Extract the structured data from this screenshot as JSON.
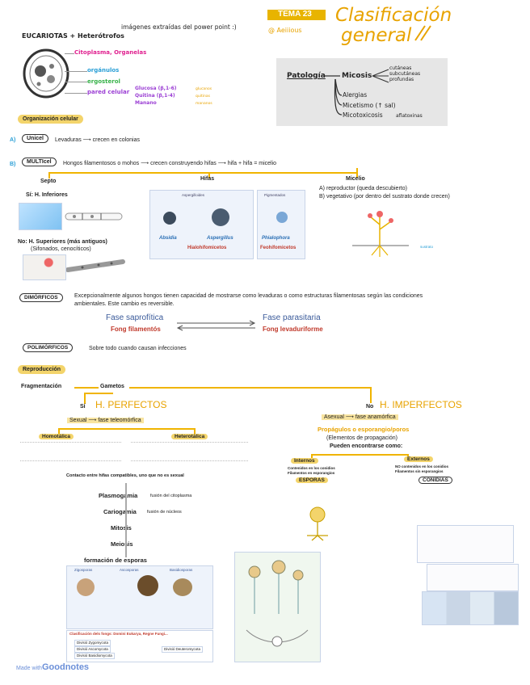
{
  "header": {
    "tema": "TEMA 23",
    "title_line1": "Clasificación",
    "title_line2": "general",
    "subtitle": "imágenes extraídas del power point :)",
    "author": "@ Aeiiious"
  },
  "cell": {
    "heading": "EUCARIOTAS + Heterótrofos",
    "labels": [
      "Citoplasma, Organelas",
      "orgánulos",
      "ergosterol",
      "pared celular"
    ],
    "wall": [
      "Glucosa (β,1-6)",
      "Quitina (β,1-4)",
      "Manano"
    ],
    "wall_targets": [
      "glucanos",
      "quitinas",
      "mananos"
    ]
  },
  "patologia": {
    "title": "Patología",
    "micosis": "Micosis",
    "micosis_types": [
      "cutáneas",
      "subcutáneas",
      "profundas"
    ],
    "others": [
      "Alergias",
      "Micetismo (↑ sal)",
      "Micotoxicosis"
    ],
    "mico_target": "aflatoxinas"
  },
  "org": {
    "heading": "Organización celular",
    "a_label": "A)",
    "uni": "Unicel",
    "uni_text": "Levaduras ⟶ crecen en colonias",
    "b_label": "B)",
    "multi": "MULTIcel",
    "multi_text": "Hongos filamentosos o mohos ⟶ crecen construyendo hifas ⟶ hifa + hifa = micelio",
    "septo": "Septo",
    "hifas": "Hifas",
    "micelio": "Micelio",
    "si_text": "Sí: H. Inferiores",
    "no_text": "No: H. Superiores (más antiguos)",
    "no_sub": "(Sifonados, cenocíticos)",
    "micelio_a": "A) reproductor (queda descubierto)",
    "micelio_b": "B) vegetativo (por dentro del sustrato donde crecen)",
    "sustrato": "sustrato",
    "pig_labels": [
      "Aspergilloides",
      "Pigmentados"
    ],
    "species": [
      "Absidia",
      "Aspergillus",
      "Phialophora"
    ],
    "hialo": "Hialohifomicetos",
    "feo": "Feohifomicetos"
  },
  "dimorfico": {
    "label": "DIMÓRFICOS",
    "text": "Excepcionalmente algunos hongos tienen capacidad de mostrarse como levaduras o como estructuras filamentosas según las condiciones ambientales. Este cambio es reversible.",
    "fase_sap": "Fase saprofítica",
    "fase_par": "Fase parasitaria",
    "fong_fil": "Fong filamentós",
    "fong_lev": "Fong levaduriforme"
  },
  "polimorficos": {
    "label": "POLIMÓRFICOS",
    "text": "Sobre todo cuando causan infecciones"
  },
  "repro": {
    "heading": "Reproducción",
    "fragmentacion": "Fragmentación",
    "gametos": "Gametos",
    "si": "Sí",
    "no": "No",
    "perfectos": "H. PERFECTOS",
    "imperfectos": "H. IMPERFECTOS",
    "sexual": "Sexual ⟶ fase teleomórfica",
    "asexual": "Asexual ⟶ fase anamórfica",
    "homotalica": "Homotálica",
    "heterotalica": "Heterotálica",
    "contacto": "Contacto entre hifas compatibles, uno que no es sexual",
    "plasmogamia": "Plasmogamia",
    "plasmo_note": "fusión del citoplasma",
    "cariogamia": "Cariogamia",
    "cario_note": "fusión de núcleos",
    "mitosis": "Mitosis",
    "meiosis": "Meiosis",
    "formacion": "formación de esporas",
    "spore_types": [
      "Zigosporas",
      "Ascosporas",
      "Basidiosporas"
    ],
    "clasificacion": "Clasificación dels fongs: Domini Eukarya, Regne Fungi...",
    "divisions": [
      "Divisió Zygomycota",
      "Divisió Ascomycota",
      "Divisió Basidiomycota",
      "Divisió Deuteromycota"
    ],
    "propagulos": "Propágulos o esporangio/poros",
    "elementos": "(Elementos de propagación)",
    "pueden": "Pueden encontrarse como:",
    "internos": "Internos",
    "externos": "Externos",
    "esporas": "ESPORAS",
    "conidias": "CONIDIAS",
    "int_notes": [
      "Contenidos en los conidios",
      "Filamentos en esporangios"
    ],
    "ext_notes": [
      "NO contenidos en los conidios",
      "Filamentos sin esporangios"
    ]
  },
  "footer": {
    "made_with": "Made with",
    "brand": "Goodnotes"
  },
  "colors": {
    "accent": "#f3c43a",
    "title": "#e8a300",
    "magenta": "#e0208f",
    "orange": "#f29400",
    "green": "#38b24a",
    "purple": "#9b3fd4",
    "blue": "#2a9fd6"
  }
}
